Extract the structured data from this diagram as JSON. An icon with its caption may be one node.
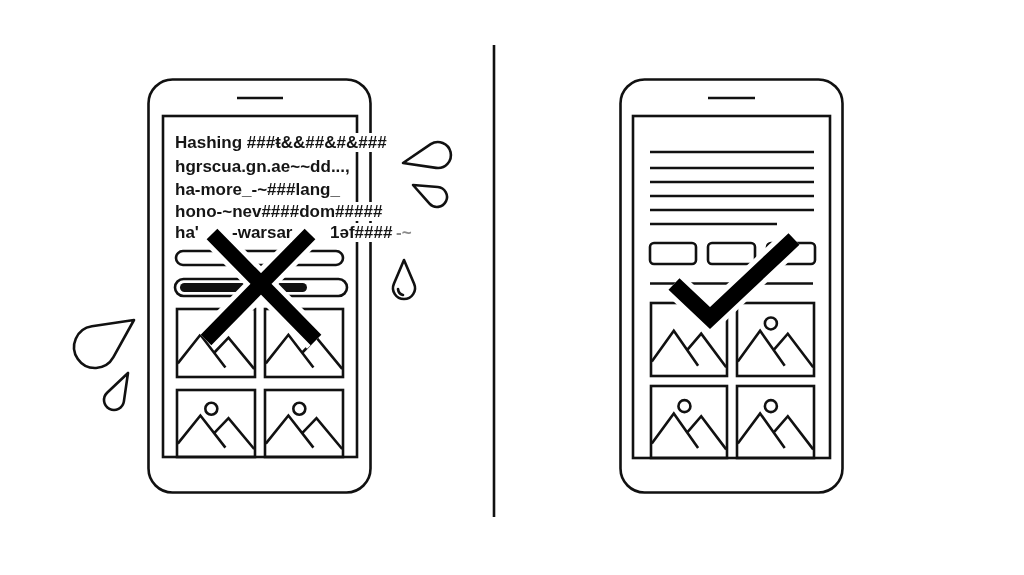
{
  "diagram": {
    "labels": [
      "Hashing ###ŧ&&##&#&###",
      "hgrscua.gn.ae~~dd...,",
      "ha-more_-~###lang_",
      "hono-~nev####dom#####",
      "ha'",
      "-warsar",
      "1əf####",
      "-~"
    ]
  }
}
